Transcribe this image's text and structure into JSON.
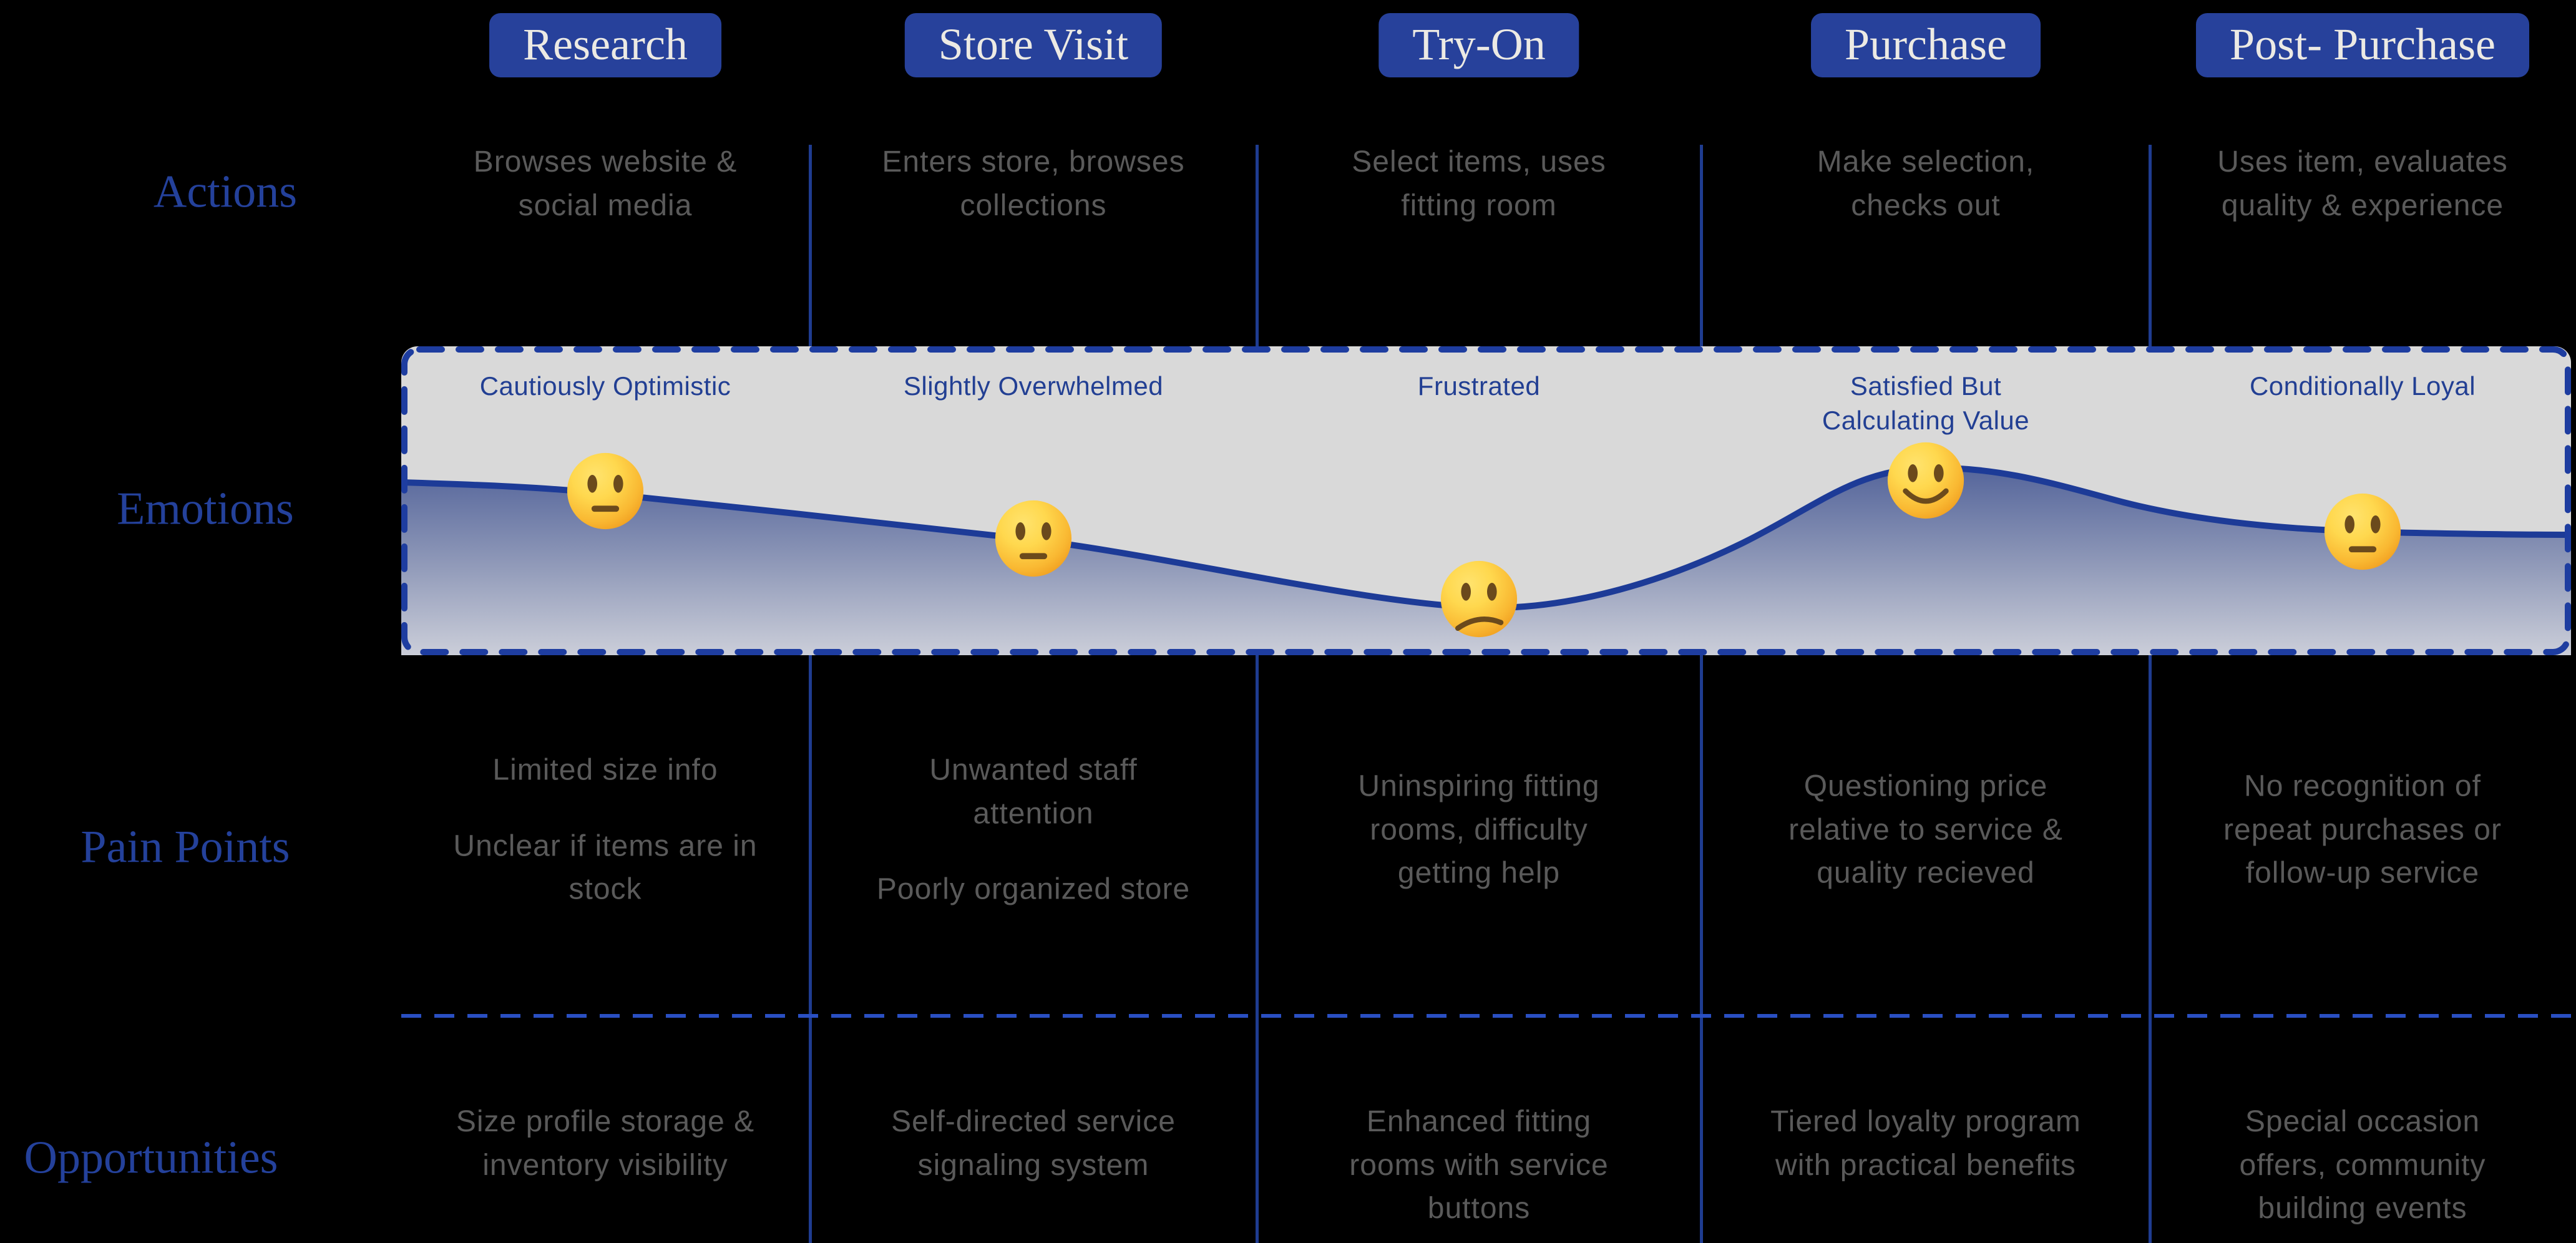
{
  "row_labels": {
    "actions": "Actions",
    "emotions": "Emotions",
    "pain_points": "Pain Points",
    "opportunities": "Opportunities"
  },
  "stages": [
    {
      "label": "Research",
      "action": "Browses website &\nsocial media",
      "emotion": {
        "label": "Cautiously Optimistic",
        "face": "neutral-face",
        "level": 0.53
      },
      "pain_points": [
        "Limited size info",
        "Unclear if items are in\nstock"
      ],
      "opportunity": "Size profile storage &\ninventory visibility"
    },
    {
      "label": "Store Visit",
      "action": "Enters store, browses\ncollections",
      "emotion": {
        "label": "Slightly Overwhelmed",
        "face": "neutral-face",
        "level": 0.38
      },
      "pain_points": [
        "Unwanted staff\nattention",
        "Poorly organized store"
      ],
      "opportunity": "Self-directed service\nsignaling system"
    },
    {
      "label": "Try-On",
      "action": "Select items, uses\nfitting room",
      "emotion": {
        "label": "Frustrated",
        "face": "confused-face",
        "level": 0.18
      },
      "pain_points": [
        "Uninspiring fitting\nrooms, difficulty\ngetting help"
      ],
      "opportunity": "Enhanced fitting\nrooms with service\nbuttons"
    },
    {
      "label": "Purchase",
      "action": "Make selection,\nchecks out",
      "emotion": {
        "label": "Satisfied But\nCalculating Value",
        "face": "slightly-smiling-face",
        "level": 0.61
      },
      "pain_points": [
        "Questioning price\nrelative to service &\nquality recieved"
      ],
      "opportunity": "Tiered loyalty program\nwith practical benefits"
    },
    {
      "label": "Post- Purchase",
      "action": "Uses item, evaluates\nquality & experience",
      "emotion": {
        "label": "Conditionally Loyal",
        "face": "neutral-face",
        "level": 0.4
      },
      "pain_points": [
        "No recognition of\nrepeat purchases or\nfollow-up service"
      ],
      "opportunity": "Special occasion\noffers, community\nbuilding events"
    }
  ],
  "colors": {
    "background": "#000000",
    "stage_chip": "#27419b",
    "stage_chip_text": "#eceae4",
    "row_label_blue": "#24419b",
    "body_text_gray": "#5a5a5a",
    "emotion_label_blue": "#223f93",
    "band_background": "#d9d9d9",
    "band_dashed_border": "#1e3da0",
    "wave_stroke": "#1d3b97",
    "wave_fill_top": "#4f6098",
    "wave_fill_bottom": "#cbced9",
    "column_divider": "#1f3c90",
    "dashed_divider": "#2a4fc2",
    "emoji_yellow": "#ffd84e",
    "emoji_brown": "#6b4a1c"
  }
}
